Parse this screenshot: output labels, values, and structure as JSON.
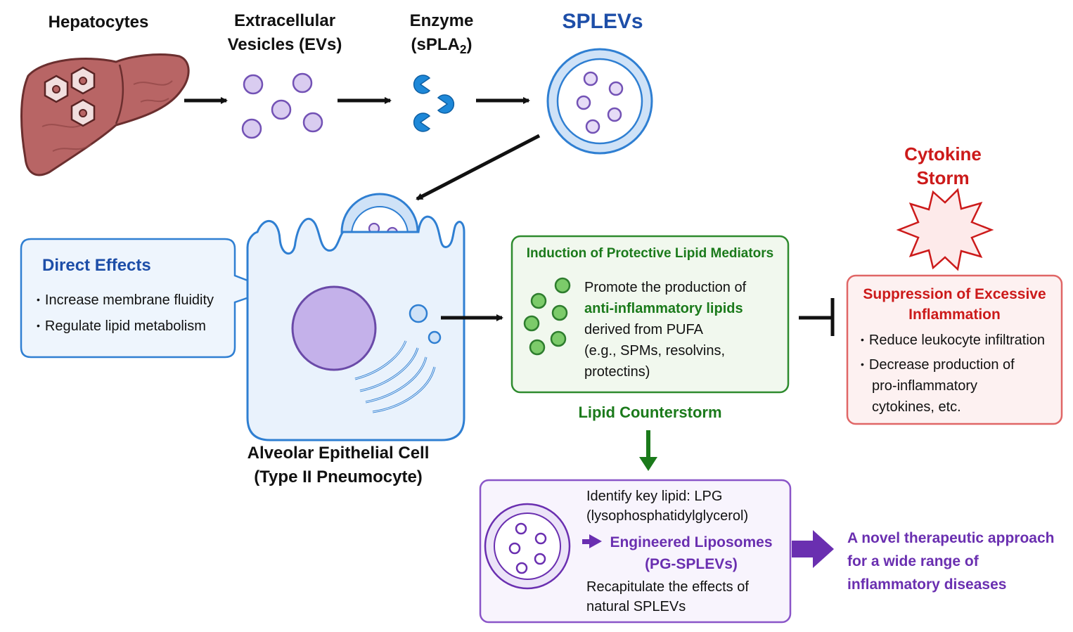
{
  "flow": {
    "hepatocytes": "Hepatocytes",
    "evs_line1": "Extracellular",
    "evs_line2": "Vesicles (EVs)",
    "enzyme_line1": "Enzyme",
    "enzyme_line2_prefix": "(sPLA",
    "enzyme_line2_sub": "2",
    "enzyme_line2_suffix": ")",
    "splevs": "SPLEVs"
  },
  "direct_effects": {
    "title": "Direct Effects",
    "items": [
      "Increase membrane fluidity",
      "Regulate lipid metabolism"
    ]
  },
  "cell": {
    "label_line1": "Alveolar Epithelial Cell",
    "label_line2": "(Type II Pneumocyte)"
  },
  "mediators": {
    "title": "Induction of Protective Lipid Mediators",
    "line1": "Promote the production of",
    "line2": "anti-inflammatory lipids",
    "line3": "derived from PUFA",
    "line4": "(e.g., SPMs, resolvins,",
    "line5": "protectins)",
    "counterstorm": "Lipid Counterstorm"
  },
  "cytokine": {
    "line1": "Cytokine",
    "line2": "Storm"
  },
  "suppression": {
    "title_line1": "Suppression of Excessive",
    "title_line2": "Inflammation",
    "item1": "Reduce leukocyte infiltration",
    "item2_line1": "Decrease production of",
    "item2_line2": "pro-inflammatory",
    "item2_line3": "cytokines, etc."
  },
  "liposome": {
    "line1": "Identify key lipid: LPG",
    "line2": "(lysophosphatidylglycerol)",
    "engineered_line1": "Engineered Liposomes",
    "engineered_line2": "(PG-SPLEVs)",
    "line3": "Recapitulate the effects of",
    "line4": "natural SPLEVs"
  },
  "approach": {
    "line1": "A novel therapeutic approach",
    "line2": "for a wide range of",
    "line3": "inflammatory diseases"
  },
  "colors": {
    "blue": "#1d4ea8",
    "green": "#1b7a1b",
    "red": "#cc1a1a",
    "purple": "#6a2fb0",
    "vesicle_fill": "#d9ccf0",
    "vesicle_stroke": "#7352b5",
    "cell_fill": "#e9f2fc",
    "cell_stroke": "#2f7fd2"
  },
  "icons": {
    "liver": "liver-icon",
    "vesicle": "vesicle-icon",
    "enzyme": "enzyme-icon",
    "splev": "splev-icon",
    "cell": "alveolar-cell-icon",
    "starburst": "starburst-icon",
    "liposome": "liposome-icon"
  }
}
